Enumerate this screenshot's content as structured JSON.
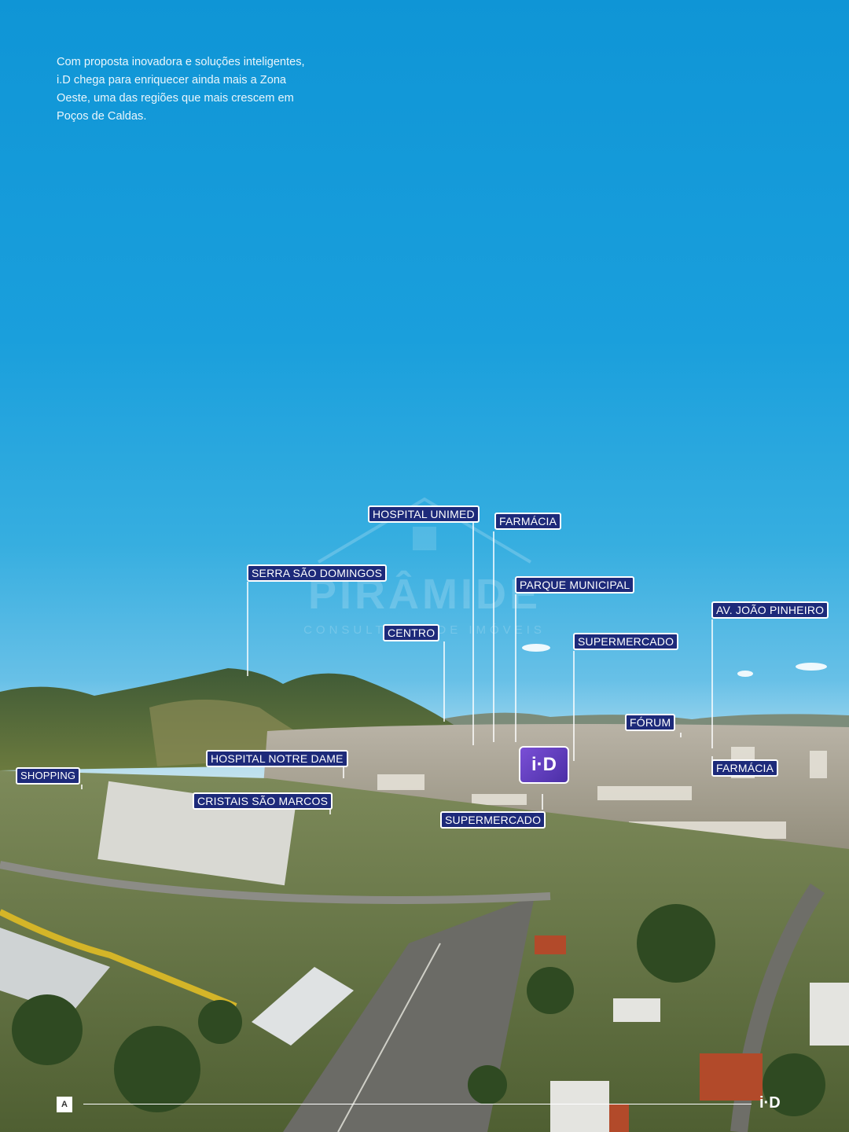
{
  "intro_text": "Com proposta inovadora e soluções inteligentes, i.D chega para enriquecer ainda mais a Zona Oeste, uma das regiões que mais crescem em Poços de Caldas.",
  "labels": {
    "hospital_unimed": "HOSPITAL UNIMED",
    "farmacia_top": "FARMÁCIA",
    "serra_sao_domingos": "SERRA SÃO DOMINGOS",
    "parque_municipal": "PARQUE MUNICIPAL",
    "av_joao_pinheiro": "AV. JOÃO PINHEIRO",
    "centro": "CENTRO",
    "supermercado_top": "SUPERMERCADO",
    "forum": "FÓRUM",
    "hospital_notre_dame": "HOSPITAL NOTRE DAME",
    "farmacia_right": "FARMÁCIA",
    "shopping": "SHOPPING",
    "cristais_sao_marcos": "CRISTAIS SÃO MARCOS",
    "supermercado_bottom": "SUPERMERCADO"
  },
  "project_logo": "i·D",
  "watermark": {
    "name": "PIRÂMIDE",
    "subtitle": "CONSULTORIA DE IMÓVEIS"
  },
  "footer": {
    "left_mark": "A",
    "right_logo": "i·D"
  },
  "colors": {
    "label_bg": "#1d2a7a",
    "label_border": "#ffffff",
    "logo_bg": "#5b3bbd"
  }
}
